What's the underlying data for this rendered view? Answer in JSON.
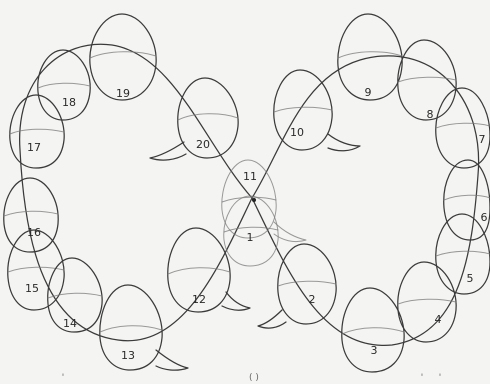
{
  "figure": {
    "eggs_right_loop": [
      "9",
      "8",
      "7",
      "6",
      "5",
      "4",
      "3",
      "2",
      "1",
      "10"
    ],
    "eggs_left_loop": [
      "11",
      "12",
      "13",
      "14",
      "15",
      "16",
      "17",
      "18",
      "19",
      "20"
    ],
    "bottom_marks": [
      "'",
      "( )",
      "'",
      "'"
    ]
  }
}
